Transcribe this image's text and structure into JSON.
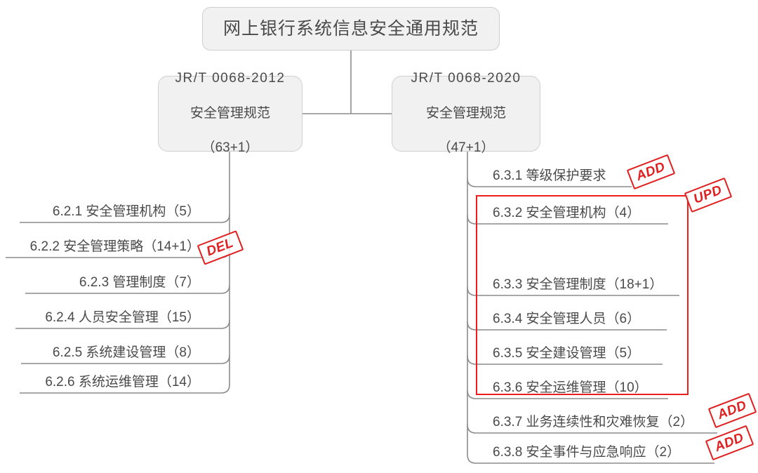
{
  "diagram": {
    "title": "网上银行系统信息安全通用规范",
    "type": "mind-map-comparison"
  },
  "root": {
    "label": "网上银行系统信息安全通用规范"
  },
  "branches": [
    {
      "id": "jrt-2012",
      "side": "left",
      "standard": "JR/T 0068-2012",
      "subtitle": "安全管理规范",
      "count": "（63+1）",
      "items": [
        {
          "label": "6.2.1 安全管理机构（5）",
          "stamp": ""
        },
        {
          "label": "6.2.2 安全管理策略（14+1）",
          "stamp": "DEL"
        },
        {
          "label": "6.2.3 管理制度（7）",
          "stamp": ""
        },
        {
          "label": "6.2.4 人员安全管理（15）",
          "stamp": ""
        },
        {
          "label": "6.2.5 系统建设管理（8）",
          "stamp": ""
        },
        {
          "label": "6.2.6 系统运维管理（14）",
          "stamp": ""
        }
      ]
    },
    {
      "id": "jrt-2020",
      "side": "right",
      "standard": "JR/T 0068-2020",
      "subtitle": "安全管理规范",
      "count": "（47+1）",
      "items": [
        {
          "label": "6.3.1 等级保护要求",
          "stamp": "ADD"
        },
        {
          "label": "6.3.2 安全管理机构（4）",
          "stamp": "UPD"
        },
        {
          "label": "6.3.3 安全管理制度（18+1）",
          "stamp": ""
        },
        {
          "label": "6.3.4 安全管理人员（6）",
          "stamp": ""
        },
        {
          "label": "6.3.5 安全建设管理（5）",
          "stamp": ""
        },
        {
          "label": "6.3.6 安全运维管理（10）",
          "stamp": ""
        },
        {
          "label": "6.3.7 业务连续性和灾难恢复（2）",
          "stamp": "ADD"
        },
        {
          "label": "6.3.8 安全事件与应急响应（2）",
          "stamp": "ADD"
        }
      ]
    }
  ],
  "stamps": {
    "del": "DEL",
    "upd": "UPD",
    "add1": "ADD",
    "add2": "ADD",
    "add3": "ADD"
  },
  "colors": {
    "node_fill": "#f1f1f1",
    "node_border": "#cfcfcf",
    "connector": "#8c8c8c",
    "text": "#4a4a4a",
    "stamp_red": "#e02020",
    "highlight_red": "#ee1c1c"
  }
}
